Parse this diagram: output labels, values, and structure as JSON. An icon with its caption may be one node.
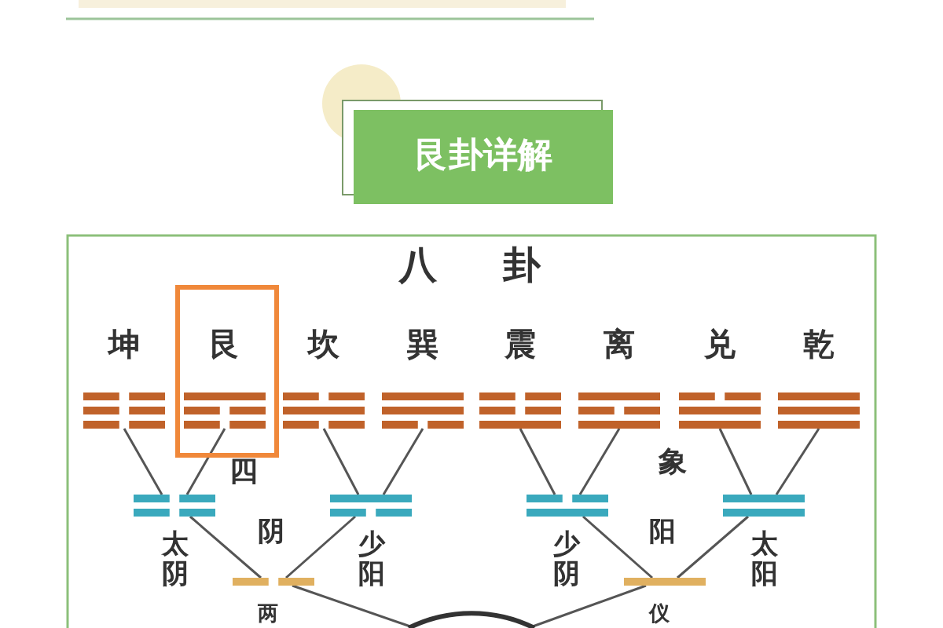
{
  "diagram": {
    "title": "艮卦详解",
    "nodes": [
      {
        "text": [
          "坤"
        ]
      },
      {
        "text": [
          "艮"
        ]
      },
      {
        "text": [
          "坎"
        ]
      },
      {
        "text": [
          "巽"
        ]
      },
      {
        "text": [
          "震"
        ]
      },
      {
        "text": [
          "离"
        ]
      },
      {
        "text": [
          "兑"
        ]
      },
      {
        "text": [
          "乾"
        ]
      },
      {
        "text": [],
        "shape": "bar",
        "beside": [
          "太阴"
        ]
      },
      {
        "text": [],
        "shape": "bar",
        "beside": [
          "少阳"
        ]
      },
      {
        "text": [],
        "shape": "bar",
        "beside": [
          "少阴"
        ]
      },
      {
        "text": [],
        "shape": "bar",
        "beside": [
          "太阳"
        ]
      },
      {
        "text": [],
        "shape": "bar",
        "beside": [
          "阴"
        ]
      },
      {
        "text": [],
        "shape": "bar",
        "beside": [
          "阳"
        ]
      },
      {
        "text": [],
        "shape": "circle"
      }
    ],
    "edges": [
      {
        "from": 0,
        "to": 8,
        "arrow": "none"
      },
      {
        "from": 1,
        "to": 8,
        "arrow": "none"
      },
      {
        "from": 2,
        "to": 9,
        "arrow": "none"
      },
      {
        "from": 3,
        "to": 9,
        "arrow": "none"
      },
      {
        "from": 4,
        "to": 10,
        "arrow": "none"
      },
      {
        "from": 5,
        "to": 10,
        "arrow": "none"
      },
      {
        "from": 6,
        "to": 11,
        "arrow": "none"
      },
      {
        "from": 7,
        "to": 11,
        "arrow": "none"
      },
      {
        "from": 8,
        "to": 12,
        "arrow": "none"
      },
      {
        "from": 9,
        "to": 12,
        "arrow": "none"
      },
      {
        "from": 10,
        "to": 13,
        "arrow": "none"
      },
      {
        "from": 11,
        "to": 13,
        "arrow": "none"
      },
      {
        "from": 12,
        "to": 14,
        "arrow": "none"
      },
      {
        "from": 13,
        "to": 14,
        "arrow": "none"
      }
    ],
    "labels": [
      "八",
      "卦",
      "四",
      "象",
      "两",
      "仪"
    ]
  }
}
